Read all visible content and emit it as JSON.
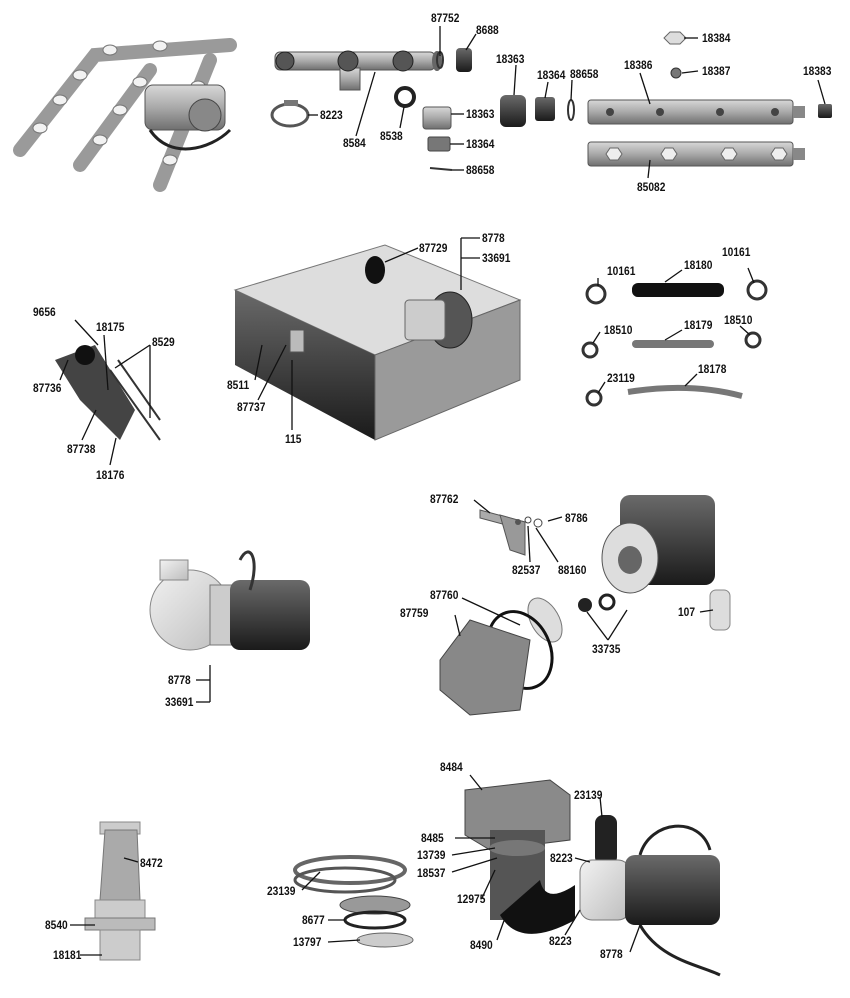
{
  "labels": {
    "p87752": "87752",
    "p8688": "8688",
    "p18384": "18384",
    "p18363a": "18363",
    "p18364a": "18364",
    "p88658a": "88658",
    "p18386": "18386",
    "p18387": "18387",
    "p18383": "18383",
    "p8223a": "8223",
    "p8584": "8584",
    "p8538": "8538",
    "p18363b": "18363",
    "p18364b": "18364",
    "p88658b": "88658",
    "p85082": "85082",
    "p87729": "87729",
    "p8778a": "8778",
    "p33691a": "33691",
    "p8511": "8511",
    "p87737": "87737",
    "p115": "115",
    "p9656": "9656",
    "p18175": "18175",
    "p8529": "8529",
    "p87736": "87736",
    "p87738": "87738",
    "p18176": "18176",
    "p10161a": "10161",
    "p18180": "18180",
    "p10161b": "10161",
    "p18510a": "18510",
    "p18179": "18179",
    "p18510b": "18510",
    "p23119": "23119",
    "p18178": "18178",
    "p87762": "87762",
    "p8786": "8786",
    "p82537": "82537",
    "p88160": "88160",
    "p87760": "87760",
    "p87759": "87759",
    "p33735": "33735",
    "p107": "107",
    "p8778b": "8778",
    "p33691b": "33691",
    "p8484": "8484",
    "p23139a": "23139",
    "p8485": "8485",
    "p13739": "13739",
    "p18537": "18537",
    "p8223b": "8223",
    "p12975": "12975",
    "p8490": "8490",
    "p8223c": "8223",
    "p8778c": "8778",
    "p8472": "8472",
    "p8540": "8540",
    "p18181": "18181",
    "p23139b": "23139",
    "p8677": "8677",
    "p13797": "13797"
  }
}
